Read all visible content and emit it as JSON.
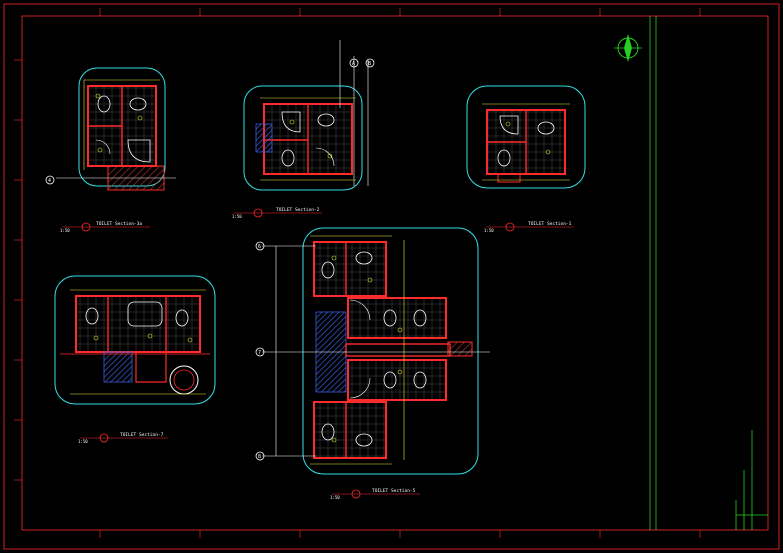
{
  "drawing": {
    "background": "#000000",
    "colors": {
      "frame": "#ff2a2a",
      "wall": "#ff2a2a",
      "cyan": "#33e0e8",
      "dimension": "#e8e83a",
      "fixture": "#ffffff",
      "titleblock": "#22d222",
      "hatch": "#3a5bd8",
      "wood": "#b33a2a"
    },
    "icons": [
      "north-arrow-icon",
      "section-marker-icon",
      "grid-bubble-icon"
    ],
    "grid_bubbles": [
      "A",
      "B",
      "4",
      "6",
      "7",
      "8"
    ],
    "plan_titles": [
      "TOILET Section-3a",
      "TOILET Section-2",
      "TOILET Section-1",
      "TOILET Section-7",
      "TOILET Section-5"
    ],
    "scale_labels": [
      "1:50",
      "1:50",
      "1:50",
      "1:50",
      "1:50"
    ]
  }
}
